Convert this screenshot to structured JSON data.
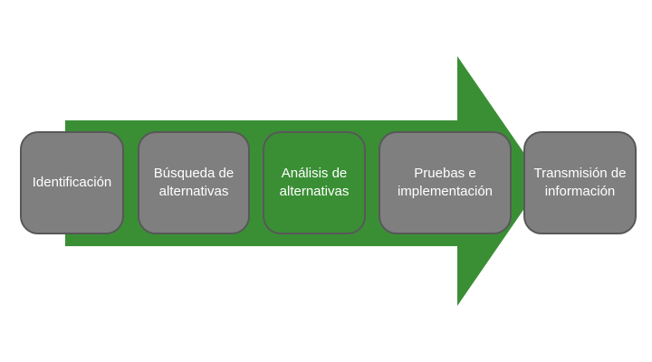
{
  "colors": {
    "arrow": "#3a8f35",
    "step": "#7f7f7f",
    "step_active": "#3a8f35",
    "border": "#585858"
  },
  "steps": [
    {
      "label": "Identificación",
      "active": false
    },
    {
      "label": "Búsqueda de alternativas",
      "active": false
    },
    {
      "label": "Análisis de alternativas",
      "active": true
    },
    {
      "label": "Pruebas e implementación",
      "active": false
    },
    {
      "label": "Transmisión de información",
      "active": false
    }
  ]
}
